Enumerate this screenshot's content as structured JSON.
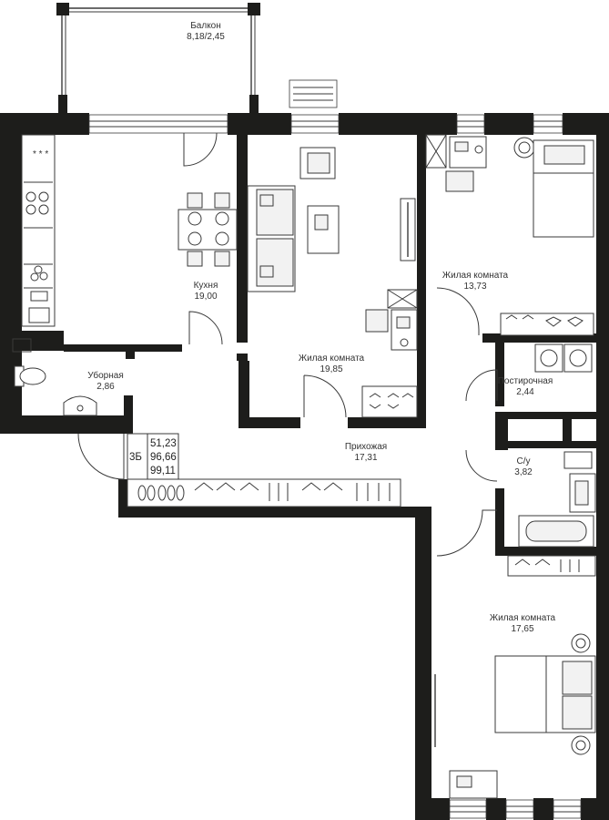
{
  "rooms": {
    "balcony": {
      "name": "Балкон",
      "area": "8,18/2,45"
    },
    "kitchen": {
      "name": "Кухня",
      "area": "19,00"
    },
    "living_center": {
      "name": "Жилая комната",
      "area": "19,85"
    },
    "bedroom_top_right": {
      "name": "Жилая комната",
      "area": "13,73"
    },
    "laundry": {
      "name": "Постирочная",
      "area": "2,44"
    },
    "toilet": {
      "name": "Уборная",
      "area": "2,86"
    },
    "hallway": {
      "name": "Прихожая",
      "area": "17,31"
    },
    "bathroom": {
      "name": "С/у",
      "area": "3,82"
    },
    "bedroom_bottom": {
      "name": "Жилая комната",
      "area": "17,65"
    }
  },
  "summary": {
    "type_code": "3Б",
    "living_area": "51,23",
    "total_area": "96,66",
    "total_with_balcony": "99,11"
  }
}
